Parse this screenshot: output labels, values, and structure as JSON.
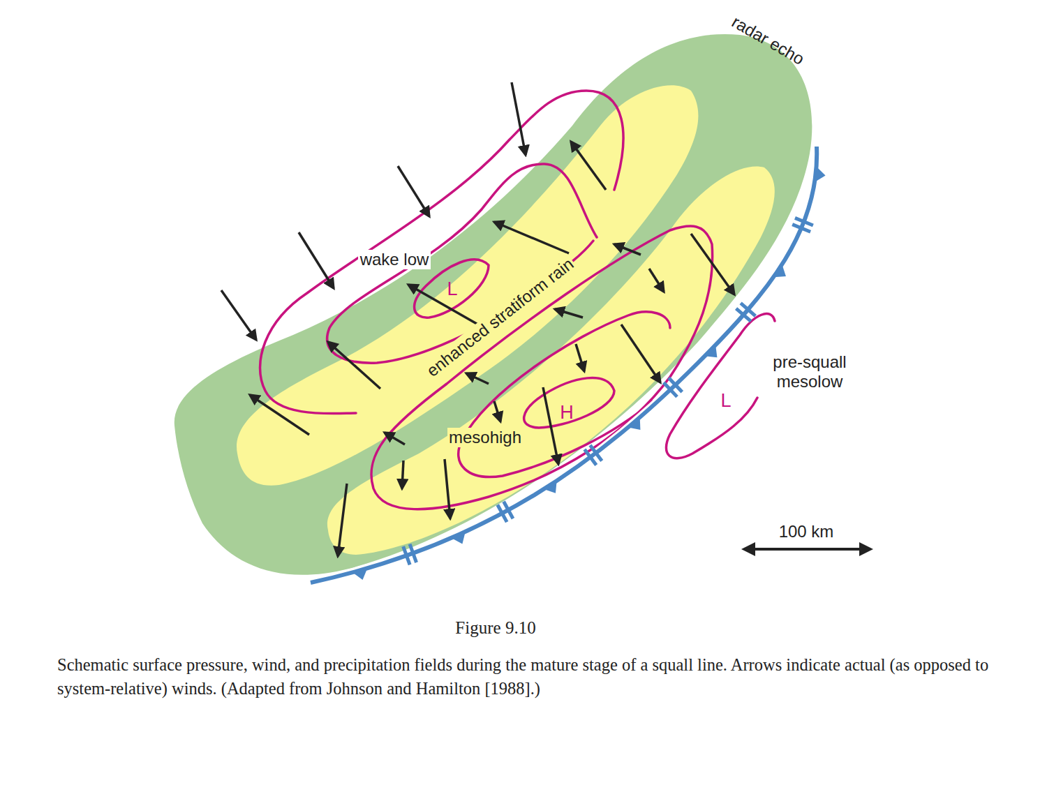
{
  "diagram": {
    "title": "Figure 9.10",
    "caption": "Schematic surface pressure, wind, and precipitation fields during the mature stage of a squall line. Arrows indicate actual (as opposed to system-relative) winds. (Adapted from Johnson and Hamilton [1988].)",
    "labels": [
      "radar echo",
      "wake low",
      "L",
      "enhanced stratiform rain",
      "H",
      "mesohigh",
      "pre-squall mesolow",
      "L",
      "100 km"
    ]
  }
}
